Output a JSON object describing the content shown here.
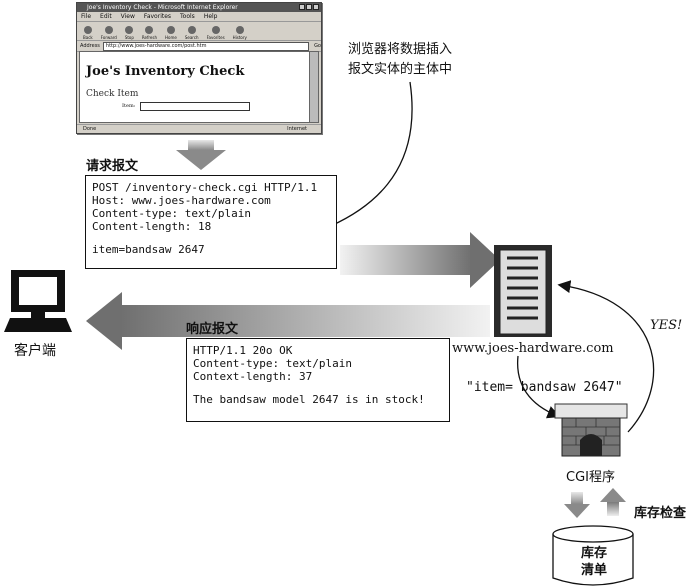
{
  "browser": {
    "title_bar": "Joe's Inventory Check - Microsoft Internet Explorer",
    "menu": [
      "File",
      "Edit",
      "View",
      "Favorites",
      "Tools",
      "Help"
    ],
    "toolbar": [
      "Back",
      "Forward",
      "Stop",
      "Refresh",
      "Home",
      "Search",
      "Favorites",
      "History"
    ],
    "address_label": "Address",
    "address_value": "http://www.joes-hardware.com/post.htm",
    "go_label": "Go",
    "page_heading": "Joe's Inventory Check",
    "page_subheading": "Check Item",
    "item_label": "Item:",
    "status_left": "Done",
    "status_right": "Internet"
  },
  "annotation_browser": [
    "浏览器将数据插入",
    "报文实体的主体中"
  ],
  "request": {
    "label": "请求报文",
    "lines": [
      "POST /inventory-check.cgi HTTP/1.1",
      "Host: www.joes-hardware.com",
      "Content-type: text/plain",
      "Content-length: 18"
    ],
    "body": "item=bandsaw 2647"
  },
  "response": {
    "label": "响应报文",
    "lines": [
      "HTTP/1.1 20o OK",
      "Content-type: text/plain",
      "Context-length: 37"
    ],
    "body": "The bandsaw model 2647 is in stock!"
  },
  "client_label": "客户端",
  "server_label": "www.joes-hardware.com",
  "cgi_query": "\"item= bandsaw 2647\"",
  "yes_label": "YES!",
  "cgi_label": "CGI程序",
  "inventory_check_label": "库存检查",
  "db_label": [
    "库存",
    "清单"
  ]
}
